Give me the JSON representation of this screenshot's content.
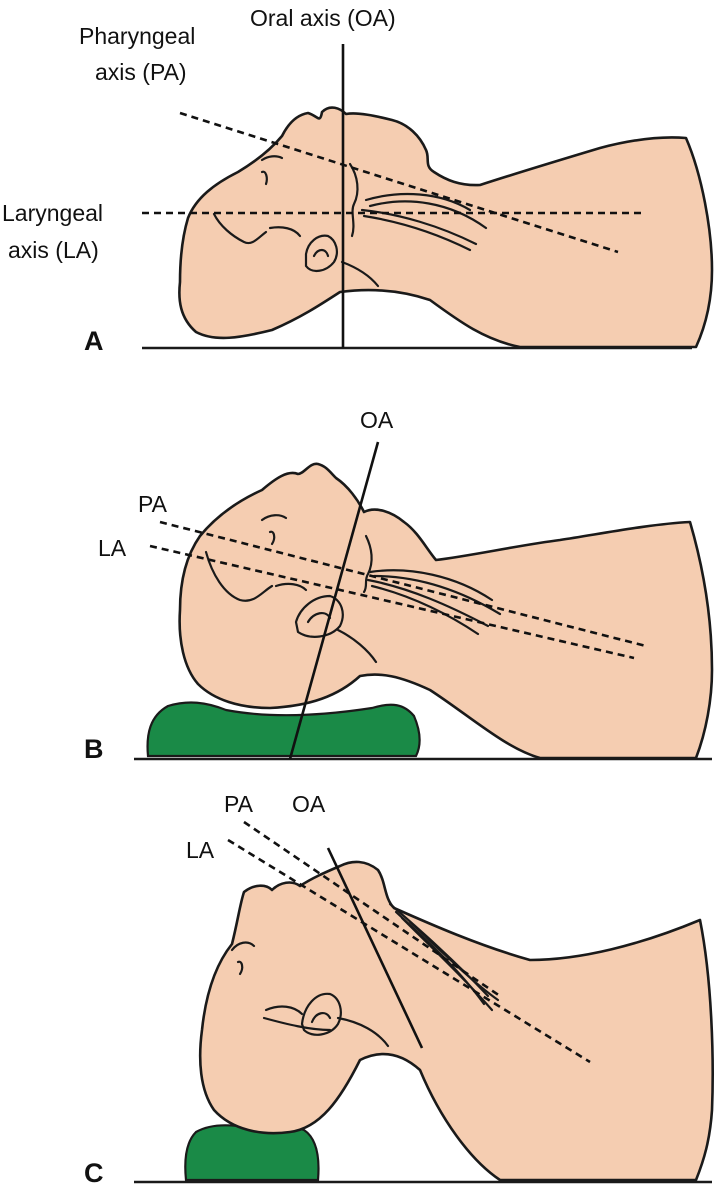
{
  "colors": {
    "skin": "#f5cdb1",
    "pillow": "#1a8a47",
    "ink": "#111111",
    "background": "#ffffff"
  },
  "panels": [
    {
      "letter": "A",
      "labels": {
        "oral": "Oral axis (OA)",
        "pharyngeal_line1": "Pharyngeal",
        "pharyngeal_line2": "axis (PA)",
        "laryngeal_line1": "Laryngeal",
        "laryngeal_line2": "axis (LA)"
      }
    },
    {
      "letter": "B",
      "labels": {
        "oral": "OA",
        "pharyngeal": "PA",
        "laryngeal": "LA"
      }
    },
    {
      "letter": "C",
      "labels": {
        "oral": "OA",
        "pharyngeal": "PA",
        "laryngeal": "LA"
      }
    }
  ]
}
